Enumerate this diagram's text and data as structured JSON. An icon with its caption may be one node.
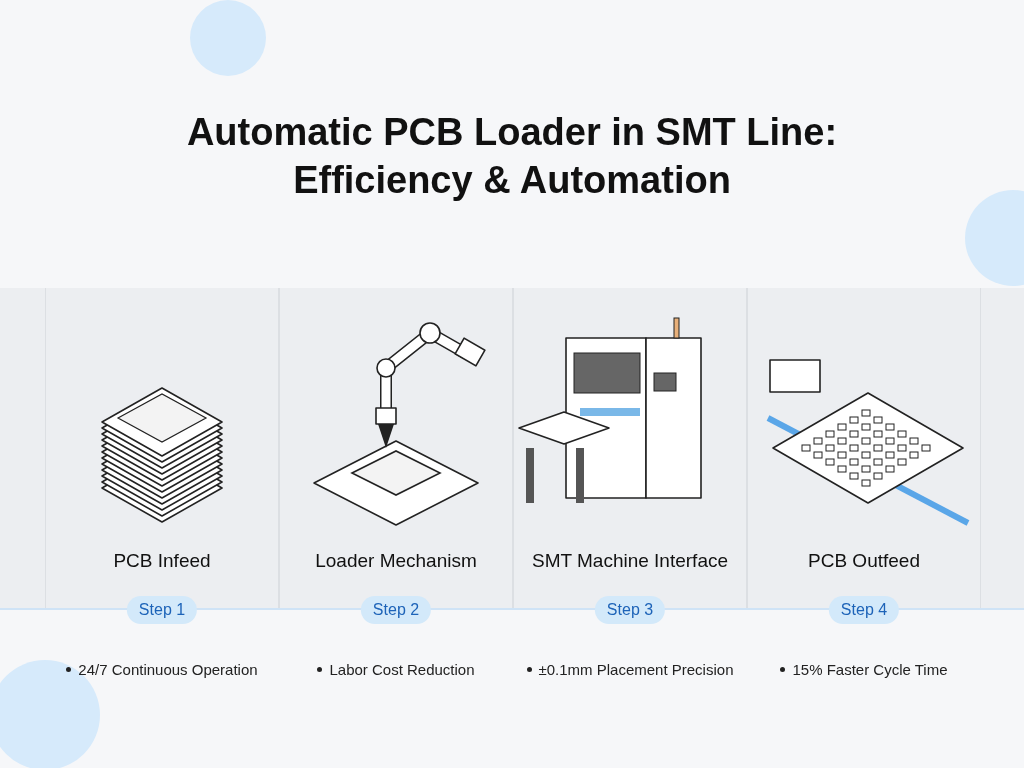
{
  "diagram": {
    "title": "Automatic PCB Loader in SMT Line: Efficiency & Automation",
    "nodes": [
      {
        "text": [
          "PCB Infeed",
          "Step 1"
        ],
        "beside": [
          "24/7 Continuous Operation"
        ]
      },
      {
        "text": [
          "Loader Mechanism",
          "Step 2"
        ],
        "beside": [
          "Labor Cost Reduction"
        ]
      },
      {
        "text": [
          "SMT Machine Interface",
          "Step 3"
        ],
        "beside": [
          "±0.1mm Placement Precision"
        ]
      },
      {
        "text": [
          "PCB Outfeed",
          "Step 4"
        ],
        "beside": [
          "15% Faster Cycle Time"
        ]
      }
    ],
    "edges": []
  }
}
